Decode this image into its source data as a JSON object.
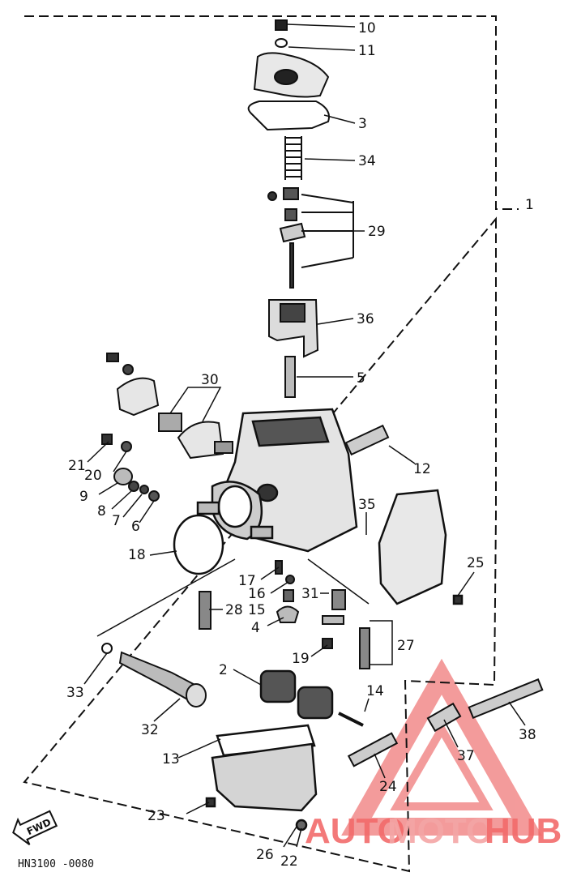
{
  "diagram": {
    "callouts": [
      {
        "id": "c10",
        "text": "10"
      },
      {
        "id": "c11",
        "text": "11"
      },
      {
        "id": "c3",
        "text": "3"
      },
      {
        "id": "c34",
        "text": "34"
      },
      {
        "id": "c1",
        "text": "1"
      },
      {
        "id": "c29",
        "text": "29"
      },
      {
        "id": "c36",
        "text": "36"
      },
      {
        "id": "c5",
        "text": "5"
      },
      {
        "id": "c30",
        "text": "30"
      },
      {
        "id": "c21",
        "text": "21"
      },
      {
        "id": "c20",
        "text": "20"
      },
      {
        "id": "c12",
        "text": "12"
      },
      {
        "id": "c9",
        "text": "9"
      },
      {
        "id": "c8",
        "text": "8"
      },
      {
        "id": "c7",
        "text": "7"
      },
      {
        "id": "c6",
        "text": "6"
      },
      {
        "id": "c35",
        "text": "35"
      },
      {
        "id": "c18",
        "text": "18"
      },
      {
        "id": "c25",
        "text": "25"
      },
      {
        "id": "c17",
        "text": "17"
      },
      {
        "id": "c16",
        "text": "16"
      },
      {
        "id": "c31",
        "text": "31"
      },
      {
        "id": "c28",
        "text": "28"
      },
      {
        "id": "c15",
        "text": "15"
      },
      {
        "id": "c4",
        "text": "4"
      },
      {
        "id": "c27",
        "text": "27"
      },
      {
        "id": "c19",
        "text": "19"
      },
      {
        "id": "c33",
        "text": "33"
      },
      {
        "id": "c2",
        "text": "2"
      },
      {
        "id": "c14",
        "text": "14"
      },
      {
        "id": "c32",
        "text": "32"
      },
      {
        "id": "c38",
        "text": "38"
      },
      {
        "id": "c13",
        "text": "13"
      },
      {
        "id": "c37",
        "text": "37"
      },
      {
        "id": "c24",
        "text": "24"
      },
      {
        "id": "c23",
        "text": "23"
      },
      {
        "id": "c26",
        "text": "26"
      },
      {
        "id": "c22",
        "text": "22"
      }
    ],
    "fwd_label": "FWD",
    "drawing_code": "HN3100 -0080"
  },
  "watermark": {
    "part1": "AUTO",
    "part2": "MOTO",
    "part3": "HUB",
    "colors": {
      "auto": "#f26b6b",
      "moto": "#f4a6a6",
      "hub": "#f26b6b",
      "triangle": "#f07a7a"
    }
  }
}
